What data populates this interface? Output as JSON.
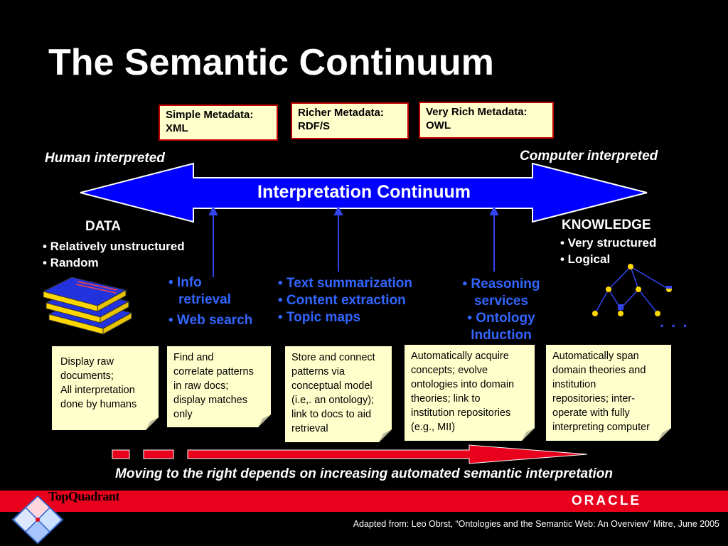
{
  "title": "The Semantic Continuum",
  "metadata_boxes": [
    {
      "line1": "Simple Metadata:",
      "line2": "XML"
    },
    {
      "line1": "Richer Metadata:",
      "line2": "RDF/S"
    },
    {
      "line1": "Very Rich Metadata:",
      "line2": "OWL"
    }
  ],
  "left_label": "Human interpreted",
  "right_label": "Computer interpreted",
  "arrow_label": "Interpretation Continuum",
  "data_section": {
    "heading": "DATA",
    "bullets": [
      "• Relatively unstructured",
      "• Random"
    ]
  },
  "knowledge_section": {
    "heading": "KNOWLEDGE",
    "bullets": [
      "• Very structured",
      "• Logical"
    ]
  },
  "technique_groups": [
    {
      "lines": [
        "• Info",
        "retrieval",
        "• Web search"
      ]
    },
    {
      "lines": [
        "• Text summarization",
        "• Content extraction",
        "• Topic maps"
      ]
    },
    {
      "lines": [
        "• Reasoning",
        "services",
        "• Ontology",
        "Induction"
      ]
    }
  ],
  "notes": [
    {
      "text": [
        "Display raw",
        "documents;",
        "All interpretation",
        "done by humans"
      ]
    },
    {
      "text": [
        "Find and",
        "correlate patterns",
        "in raw docs;",
        "display matches",
        "only"
      ]
    },
    {
      "text": [
        "Store and connect",
        "patterns via",
        "conceptual model",
        "(i.e,. an ontology);",
        "link to docs to aid",
        "retrieval"
      ]
    },
    {
      "text": [
        "Automatically acquire",
        "concepts; evolve",
        "ontologies into domain",
        "theories; link to",
        "institution repositories",
        "(e.g., MII)"
      ]
    },
    {
      "text": [
        "Automatically span",
        "domain theories and",
        "institution",
        "repositories; inter-",
        "operate with fully",
        "interpreting computer"
      ]
    }
  ],
  "ellipsis": ". . .",
  "bottom_text": "Moving to the right depends on increasing automated semantic interpretation",
  "brand_left": "TopQuadrant",
  "brand_right": "ORACLE",
  "credit": "Adapted from: Leo Obrst, “Ontologies and the Semantic Web: An Overview” Mitre, June 2005",
  "colors": {
    "background": "#000000",
    "arrow_fill": "#0000ff",
    "note_fill": "#ffffcc",
    "accent_red": "#e8001c",
    "technique_blue": "#3366ff"
  }
}
